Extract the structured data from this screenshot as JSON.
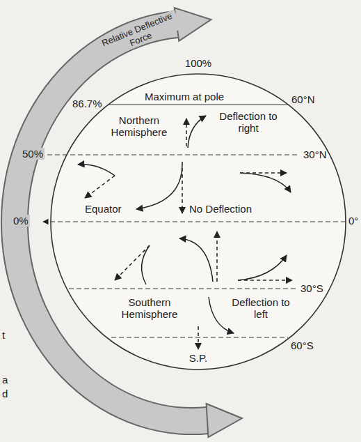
{
  "diagram": {
    "labels": [
      "Relative Deflective Force",
      "100%",
      "86.7%",
      "Maximum at pole",
      "60°N",
      "Northern Hemisphere",
      "Deflection to right",
      "50%",
      "30°N",
      "Equator",
      "No Deflection",
      "0%",
      "0°",
      "30°S",
      "Southern Hemisphere",
      "Deflection to left",
      "60°S",
      "S.P.",
      "t",
      "a",
      "d"
    ]
  }
}
